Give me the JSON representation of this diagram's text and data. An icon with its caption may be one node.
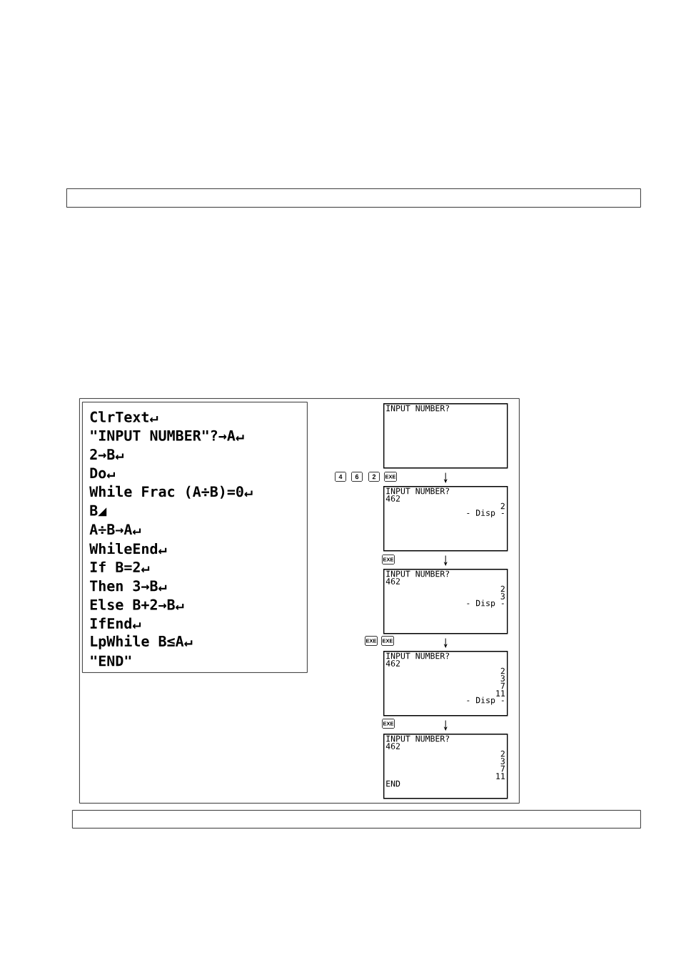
{
  "diagram": {
    "nodes": [
      {
        "text": [],
        "shape": "box"
      },
      {
        "text": [],
        "shape": "box"
      },
      {
        "text": [
          "ClrText↵",
          "\"INPUT NUMBER\"?→A↵",
          "2→B↵",
          "Do↵",
          "While Frac (A÷B)=0↵",
          "B◢",
          "A÷B→A↵",
          "WhileEnd↵",
          "If B=2↵",
          "Then 3→B↵",
          "Else B+2→B↵",
          "IfEnd↵",
          "LpWhile B≤A↵",
          "\"END\""
        ],
        "in": 1
      },
      {
        "text": [
          "INPUT NUMBER?"
        ],
        "in": 1
      },
      {
        "text": [
          "INPUT NUMBER?",
          "462",
          "2",
          "- Disp -"
        ],
        "in": 1
      },
      {
        "text": [
          "INPUT NUMBER?",
          "462",
          "2",
          "3",
          "- Disp -"
        ],
        "in": 1
      },
      {
        "text": [
          "INPUT NUMBER?",
          "462",
          "2",
          "3",
          "7",
          "11",
          "- Disp -"
        ],
        "in": 1
      },
      {
        "text": [
          "INPUT NUMBER?",
          "462",
          "2",
          "3",
          "7",
          "11",
          "END"
        ],
        "in": 1
      },
      {
        "text": [],
        "shape": "box"
      }
    ],
    "edges": [
      {
        "from": 3,
        "to": 4,
        "arrow": "to"
      },
      {
        "from": 4,
        "to": 5,
        "arrow": "to"
      },
      {
        "from": 5,
        "to": 6,
        "arrow": "to"
      },
      {
        "from": 6,
        "to": 7,
        "arrow": "to"
      }
    ],
    "labels": [
      "4",
      "6",
      "2",
      "EXE",
      "EXE",
      "EXE",
      "EXE",
      "EXE"
    ]
  }
}
